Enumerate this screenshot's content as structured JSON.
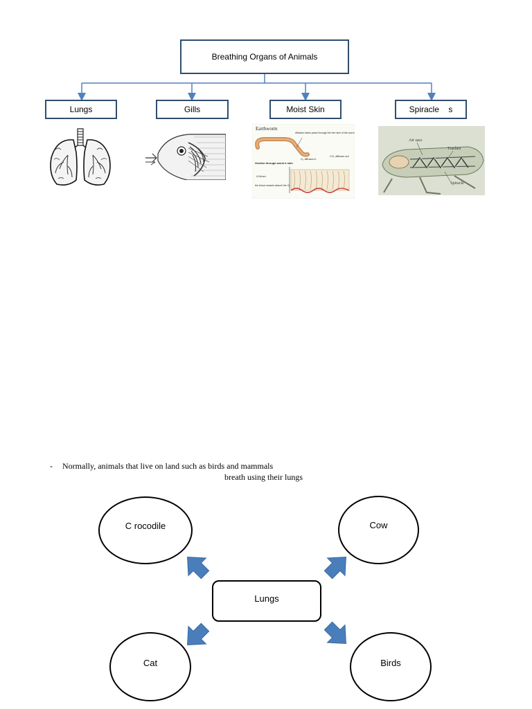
{
  "top_diagram": {
    "title": "Breathing Organs of Animals",
    "categories": [
      {
        "label": "Lungs",
        "image": "lungs-illustration"
      },
      {
        "label": "Gills",
        "image": "fish-gills-illustration"
      },
      {
        "label": "Moist Skin",
        "image": "earthworm-skin-illustration"
      },
      {
        "label": "Spiracle    s",
        "image": "grasshopper-spiracle-illustration"
      }
    ],
    "earthworm_labels": {
      "name": "Earthworm",
      "diffusion": "diffusion takes place through the thin skin of the worm",
      "o2": "O₂ diffuses in",
      "co2": "CO₂ diffuses out",
      "section": "Section through worm's skin",
      "thickness": "0.04mm",
      "vessels": "the blood vessels absorb the O₂ and carry it to the body"
    },
    "grasshopper_labels": {
      "air_sacs": "Air sacs",
      "trachea": "Trachea",
      "spiracle": "Spiracle"
    }
  },
  "note": {
    "bullet": "-",
    "line1": "Normally, animals that live on land such as birds and mammals",
    "line2": "breath using their lungs"
  },
  "bottom_diagram": {
    "center": "Lungs",
    "animals": {
      "top_left": "C rocodile",
      "top_right": "Cow",
      "bottom_left": "Cat",
      "bottom_right": "Birds"
    }
  },
  "colors": {
    "box_border": "#2e4d6e",
    "connector": "#4f81bd",
    "block_arrow": "#4a7ebb"
  }
}
